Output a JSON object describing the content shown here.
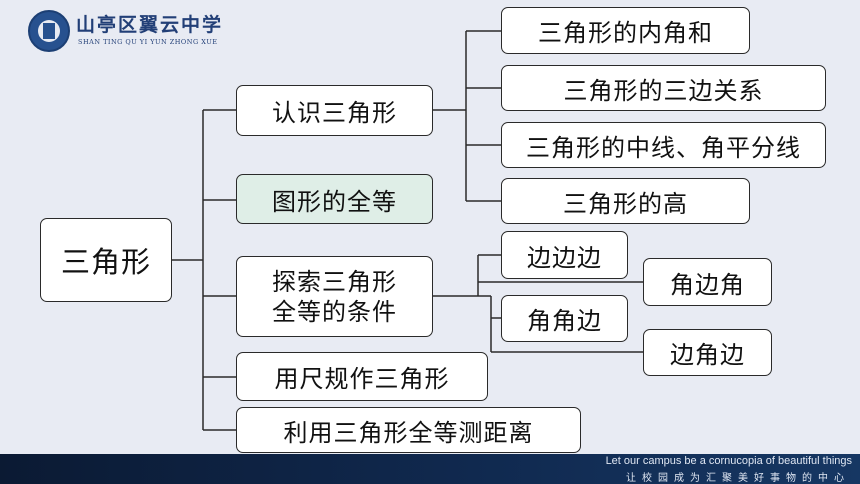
{
  "logo": {
    "name_cn": "山亭区翼云中学",
    "name_en": "SHAN TING QU YI YUN ZHONG XUE"
  },
  "root": {
    "label": "三角形"
  },
  "branches": [
    {
      "label": "认识三角形"
    },
    {
      "label": "图形的全等"
    },
    {
      "label": "探索三角形全等的条件",
      "line1": "探索三角形",
      "line2": "全等的条件"
    },
    {
      "label": "用尺规作三角形"
    },
    {
      "label": "利用三角形全等测距离"
    }
  ],
  "recognize_children": [
    {
      "label": "三角形的内角和"
    },
    {
      "label": "三角形的三边关系"
    },
    {
      "label": "三角形的中线、角平分线"
    },
    {
      "label": "三角形的高"
    }
  ],
  "condition_children": [
    {
      "label": "边边边"
    },
    {
      "label": "角边角"
    },
    {
      "label": "角角边"
    },
    {
      "label": "边角边"
    }
  ],
  "footer": {
    "slogan_en": "Let our campus be a cornucopia of beautiful things",
    "slogan_cn": "让校园成为汇聚美好事物的中心"
  },
  "colors": {
    "background": "#e8ebf3",
    "highlight_box": "#dfeee7",
    "footer": "#10294f"
  }
}
